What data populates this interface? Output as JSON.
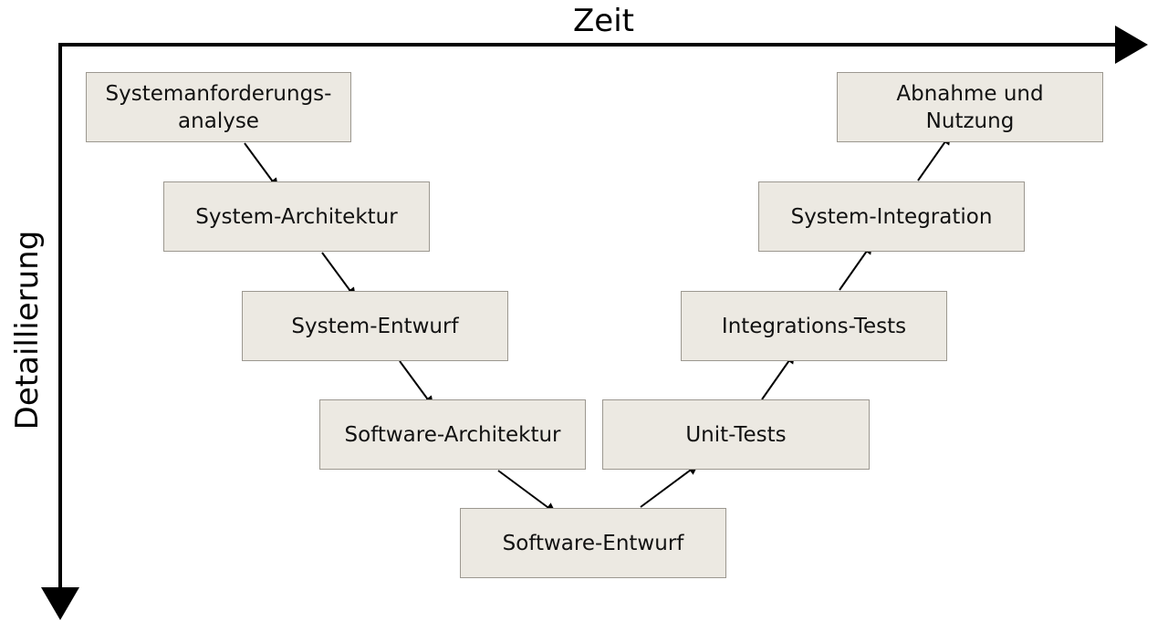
{
  "axes": {
    "x_label": "Zeit",
    "y_label": "Detaillierung"
  },
  "stages": [
    {
      "id": "systemanforderungsanalyse",
      "label": "Systemanforderungs-\nanalyse"
    },
    {
      "id": "system-architektur",
      "label": "System-Architektur"
    },
    {
      "id": "system-entwurf",
      "label": "System-Entwurf"
    },
    {
      "id": "software-architektur",
      "label": "Software-Architektur"
    },
    {
      "id": "software-entwurf",
      "label": "Software-Entwurf"
    },
    {
      "id": "unit-tests",
      "label": "Unit-Tests"
    },
    {
      "id": "integrations-tests",
      "label": "Integrations-Tests"
    },
    {
      "id": "system-integration",
      "label": "System-Integration"
    },
    {
      "id": "abnahme-und-nutzung",
      "label": "Abnahme und\nNutzung"
    }
  ],
  "colors": {
    "box_fill": "#ece9e2",
    "box_border": "#9c9890",
    "axis": "#000000",
    "arrow": "#000000"
  }
}
